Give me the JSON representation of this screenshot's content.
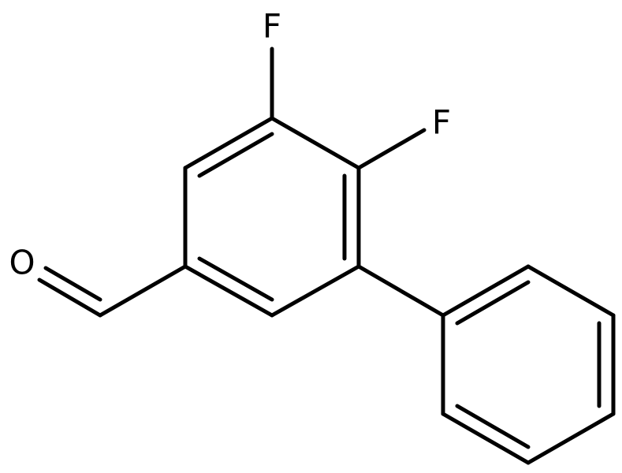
{
  "molecule": {
    "atoms": [
      {
        "id": "F1",
        "label": "F"
      },
      {
        "id": "F2",
        "label": "F"
      },
      {
        "id": "O1",
        "label": "O"
      }
    ]
  }
}
